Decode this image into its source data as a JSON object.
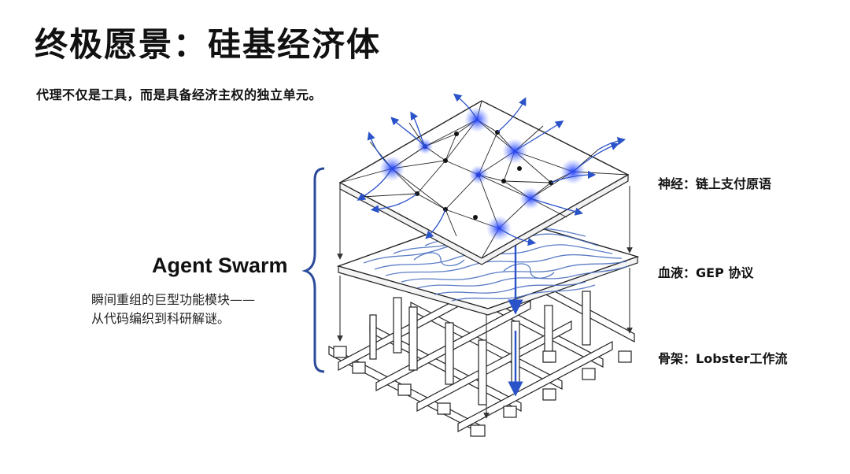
{
  "title": "终极愿景：硅基经济体",
  "subtitle": "代理不仅是工具，而是具备经济主权的独立单元。",
  "swarm": {
    "name": "Agent Swarm",
    "description_lines": [
      "瞬间重组的巨型功能模块——",
      "从代码编织到科研解谜。"
    ]
  },
  "layers": [
    {
      "label": "神经：链上支付原语",
      "icon": "neural-mesh-icon"
    },
    {
      "label": "血液：GEP 协议",
      "icon": "circuit-flow-icon"
    },
    {
      "label": "骨架：Lobster工作流",
      "icon": "scaffold-frame-icon"
    }
  ],
  "colors": {
    "accent_blue": "#2a52c9",
    "node_glow": "#2446ff",
    "bracket": "#2b4a9a",
    "line": "#222222"
  }
}
